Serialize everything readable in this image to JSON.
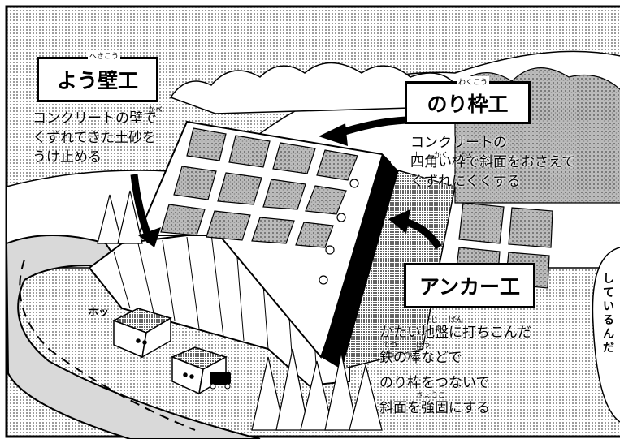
{
  "labels": {
    "retaining_wall": {
      "title": "よう壁工",
      "ruby": "へきこう"
    },
    "frame": {
      "title": "のり枠工",
      "ruby": "わくこう"
    },
    "anchor": {
      "title": "アンカー工"
    }
  },
  "descriptions": {
    "retaining_wall": {
      "lines": [
        "コンクリートの壁で",
        "くずれてきた土砂を",
        "うけ止める"
      ],
      "ruby": "かべ"
    },
    "frame": {
      "lines": [
        "コンクリートの",
        "四角い枠で斜面をおさえて",
        "くずれにくくする"
      ],
      "ruby": [
        "し",
        "かく",
        "わく"
      ]
    },
    "anchor": {
      "lines": [
        "かたい地盤に打ちこんだ",
        "鉄の棒などで",
        "のり枠をつないで",
        "斜面を強固にする"
      ],
      "ruby": [
        "じ",
        "ばん",
        "てつ",
        "ぼう",
        "きょうこ"
      ]
    }
  },
  "sfx": {
    "house": "ホッ"
  },
  "speech": {
    "visible_columns": [
      "し",
      "て",
      "い",
      "る",
      "ん",
      "だ"
    ]
  }
}
